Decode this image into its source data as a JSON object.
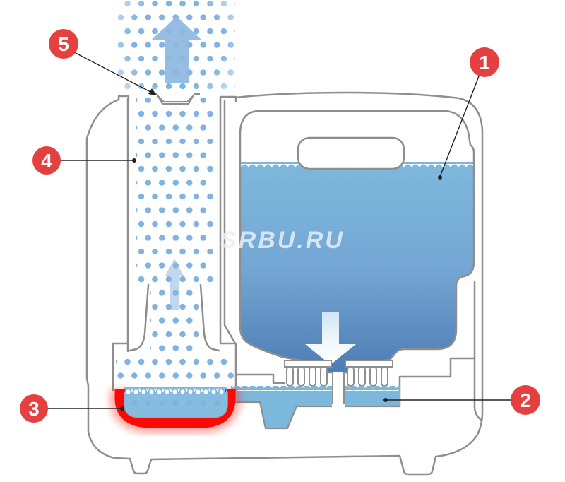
{
  "diagram": {
    "watermark": "SRBU.RU",
    "callouts": [
      {
        "number": "1"
      },
      {
        "number": "2"
      },
      {
        "number": "3"
      },
      {
        "number": "4"
      },
      {
        "number": "5"
      }
    ],
    "colors": {
      "callout_red": "#e54040",
      "heater_red": "#fb0a05",
      "water_blue": "#7bb6dc",
      "basin_water": "#85bce0",
      "tank_water_top": "#7db8dc",
      "tank_water_bottom": "#4d7cb3",
      "steam_dot": "#5f9ed8",
      "outline_gray": "#8e8e8e",
      "arrow_blue": "#8db7e0",
      "watermark_color": "#e8eef8"
    }
  }
}
